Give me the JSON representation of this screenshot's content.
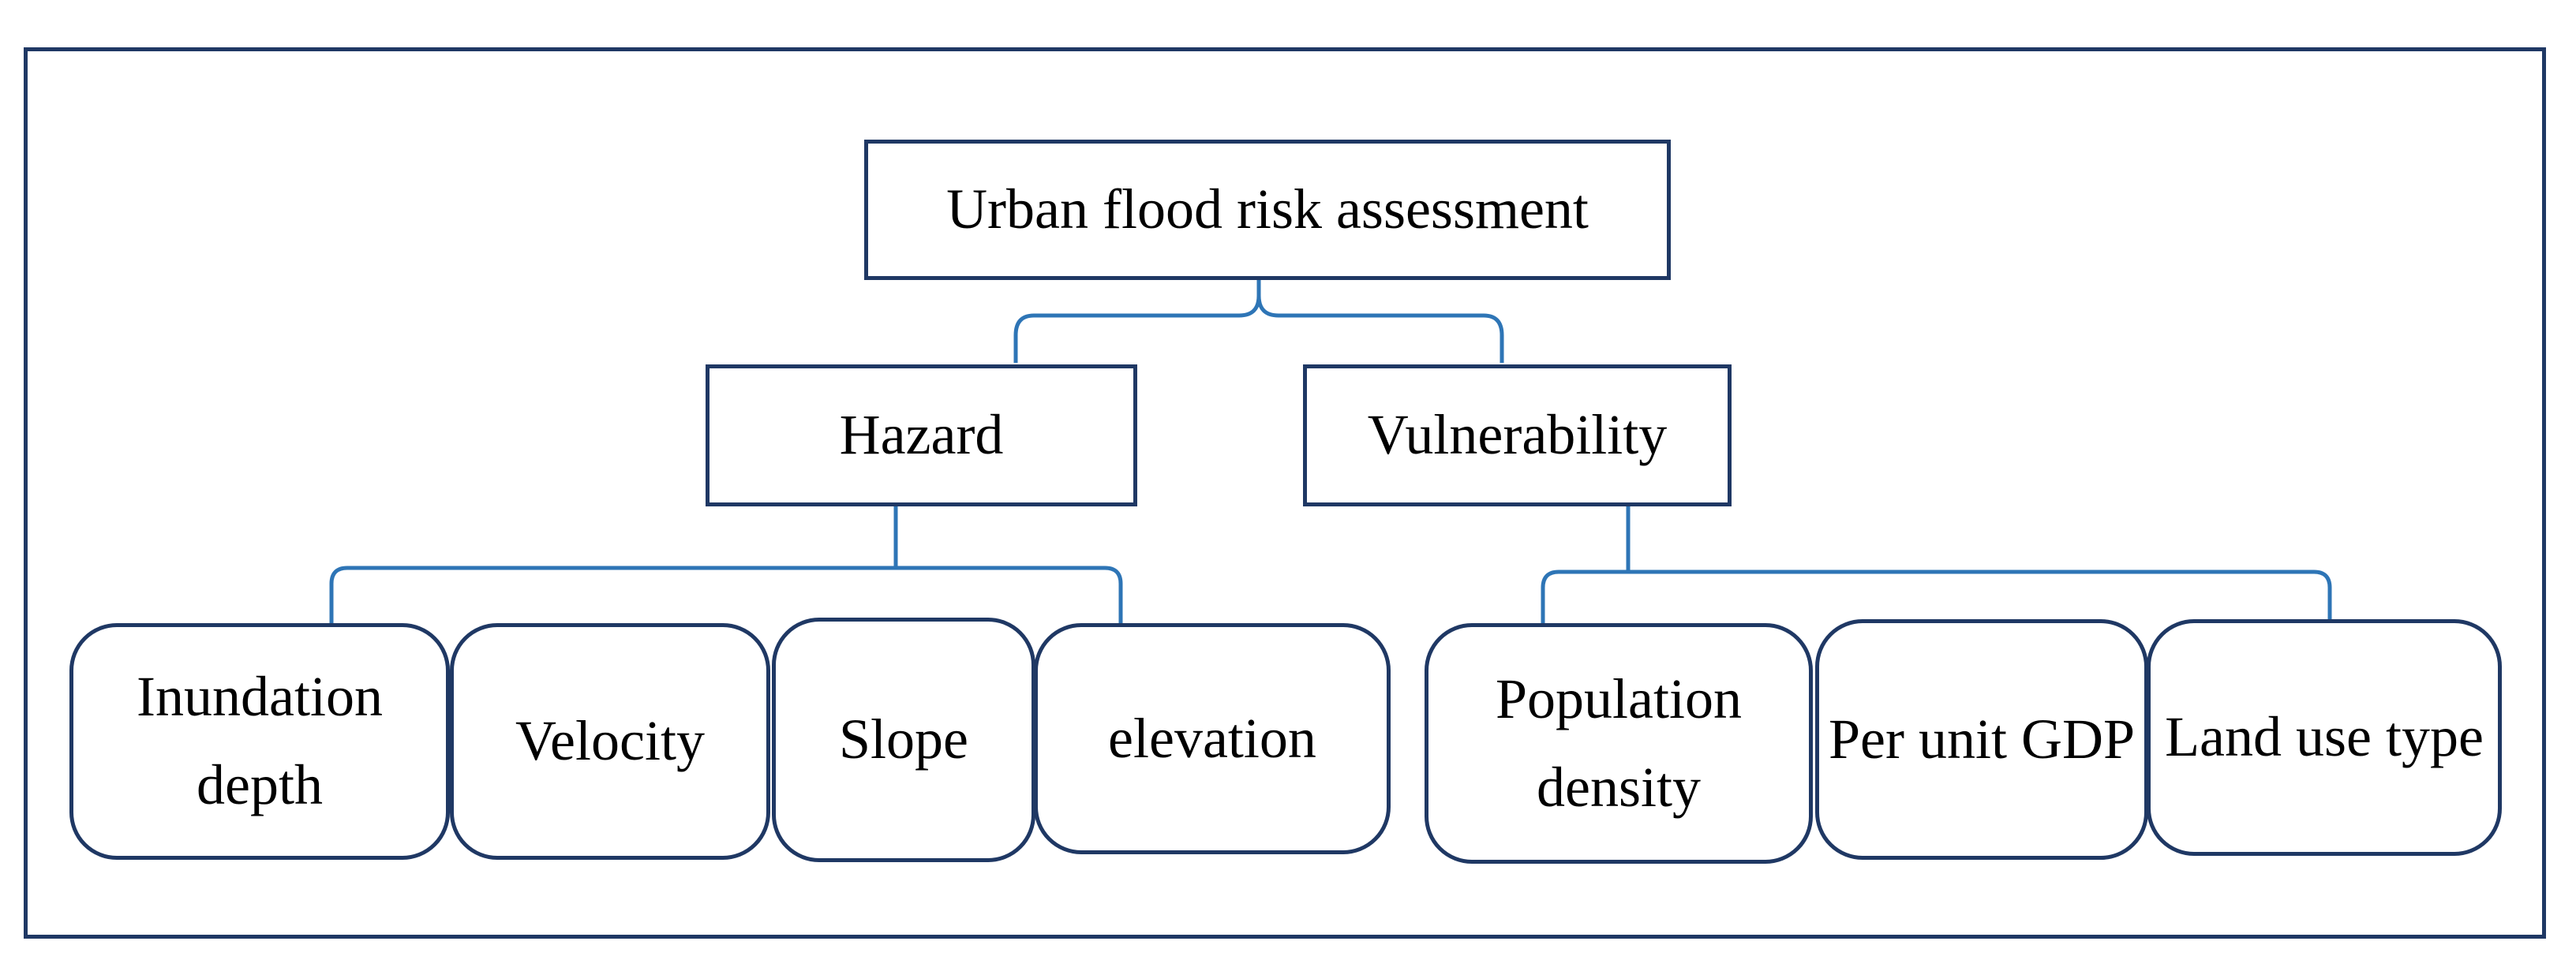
{
  "diagram": {
    "root": "Urban flood risk assessment",
    "branches": [
      {
        "label": "Hazard",
        "children": [
          "Inundation depth",
          "Velocity",
          "Slope",
          "elevation"
        ]
      },
      {
        "label": "Vulnerability",
        "children": [
          "Population density",
          "Per unit GDP",
          "Land use type"
        ]
      }
    ]
  },
  "colors": {
    "box_border": "#1f3864",
    "connector": "#2e75b6",
    "text": "#000000"
  }
}
